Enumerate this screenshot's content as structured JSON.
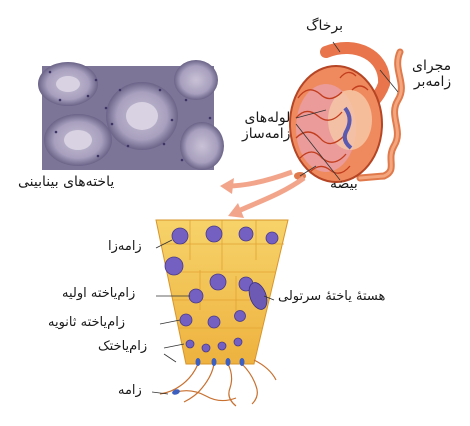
{
  "labels": {
    "epididymis": "برخاگ",
    "vas_deferens": "مجرای\nزامه‌بر",
    "seminiferous_tubules": "لوله‌های\nزامه‌ساز",
    "testis": "بیضه",
    "interstitial_cells": "یاخته‌های بینابینی",
    "spermatogonium": "زامه‌زا",
    "primary_spermatocyte": "زام‌یاخته اولیه",
    "secondary_spermatocyte": "زام‌یاخته ثانویه",
    "spermatid": "زام‌یاختک",
    "sperm": "زامه",
    "sertoli_nucleus": "هستهٔ یاختهٔ سرتولی"
  },
  "colors": {
    "testis_fill": "#e8704a",
    "tubule_stroke": "#c8441f",
    "micrograph_bg": "#8e86a8",
    "tissue_fill": "#f2c14e",
    "nucleus": "#6a4fb0",
    "arrow": "#f3a58c"
  }
}
